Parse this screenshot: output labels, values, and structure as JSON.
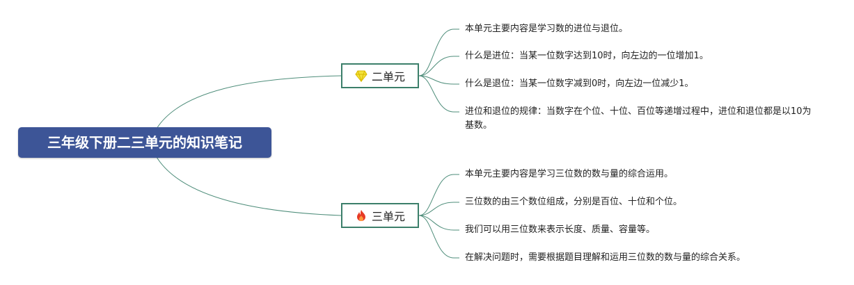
{
  "root": {
    "title": "三年级下册二三单元的知识笔记"
  },
  "branches": [
    {
      "label": "二单元",
      "icon": "diamond-icon",
      "color": "#f3e23a",
      "items": [
        "本单元主要内容是学习数的进位与退位。",
        "什么是进位：当某一位数字达到10时，向左边的一位增加1。",
        "什么是退位：当某一位数字减到0时，向左边一位减少1。",
        "进位和退位的规律：当数字在个位、十位、百位等递增过程中，进位和退位都是以10为基数。"
      ]
    },
    {
      "label": "三单元",
      "icon": "fire-icon",
      "color": "#e63a25",
      "items": [
        "本单元主要内容是学习三位数的数与量的综合运用。",
        "三位数的由三个数位组成，分别是百位、十位和个位。",
        "我们可以用三位数来表示长度、质量、容量等。",
        "在解决问题时，需要根据题目理解和运用三位数的数与量的综合关系。"
      ]
    }
  ],
  "line_color": "#4e8d7a"
}
